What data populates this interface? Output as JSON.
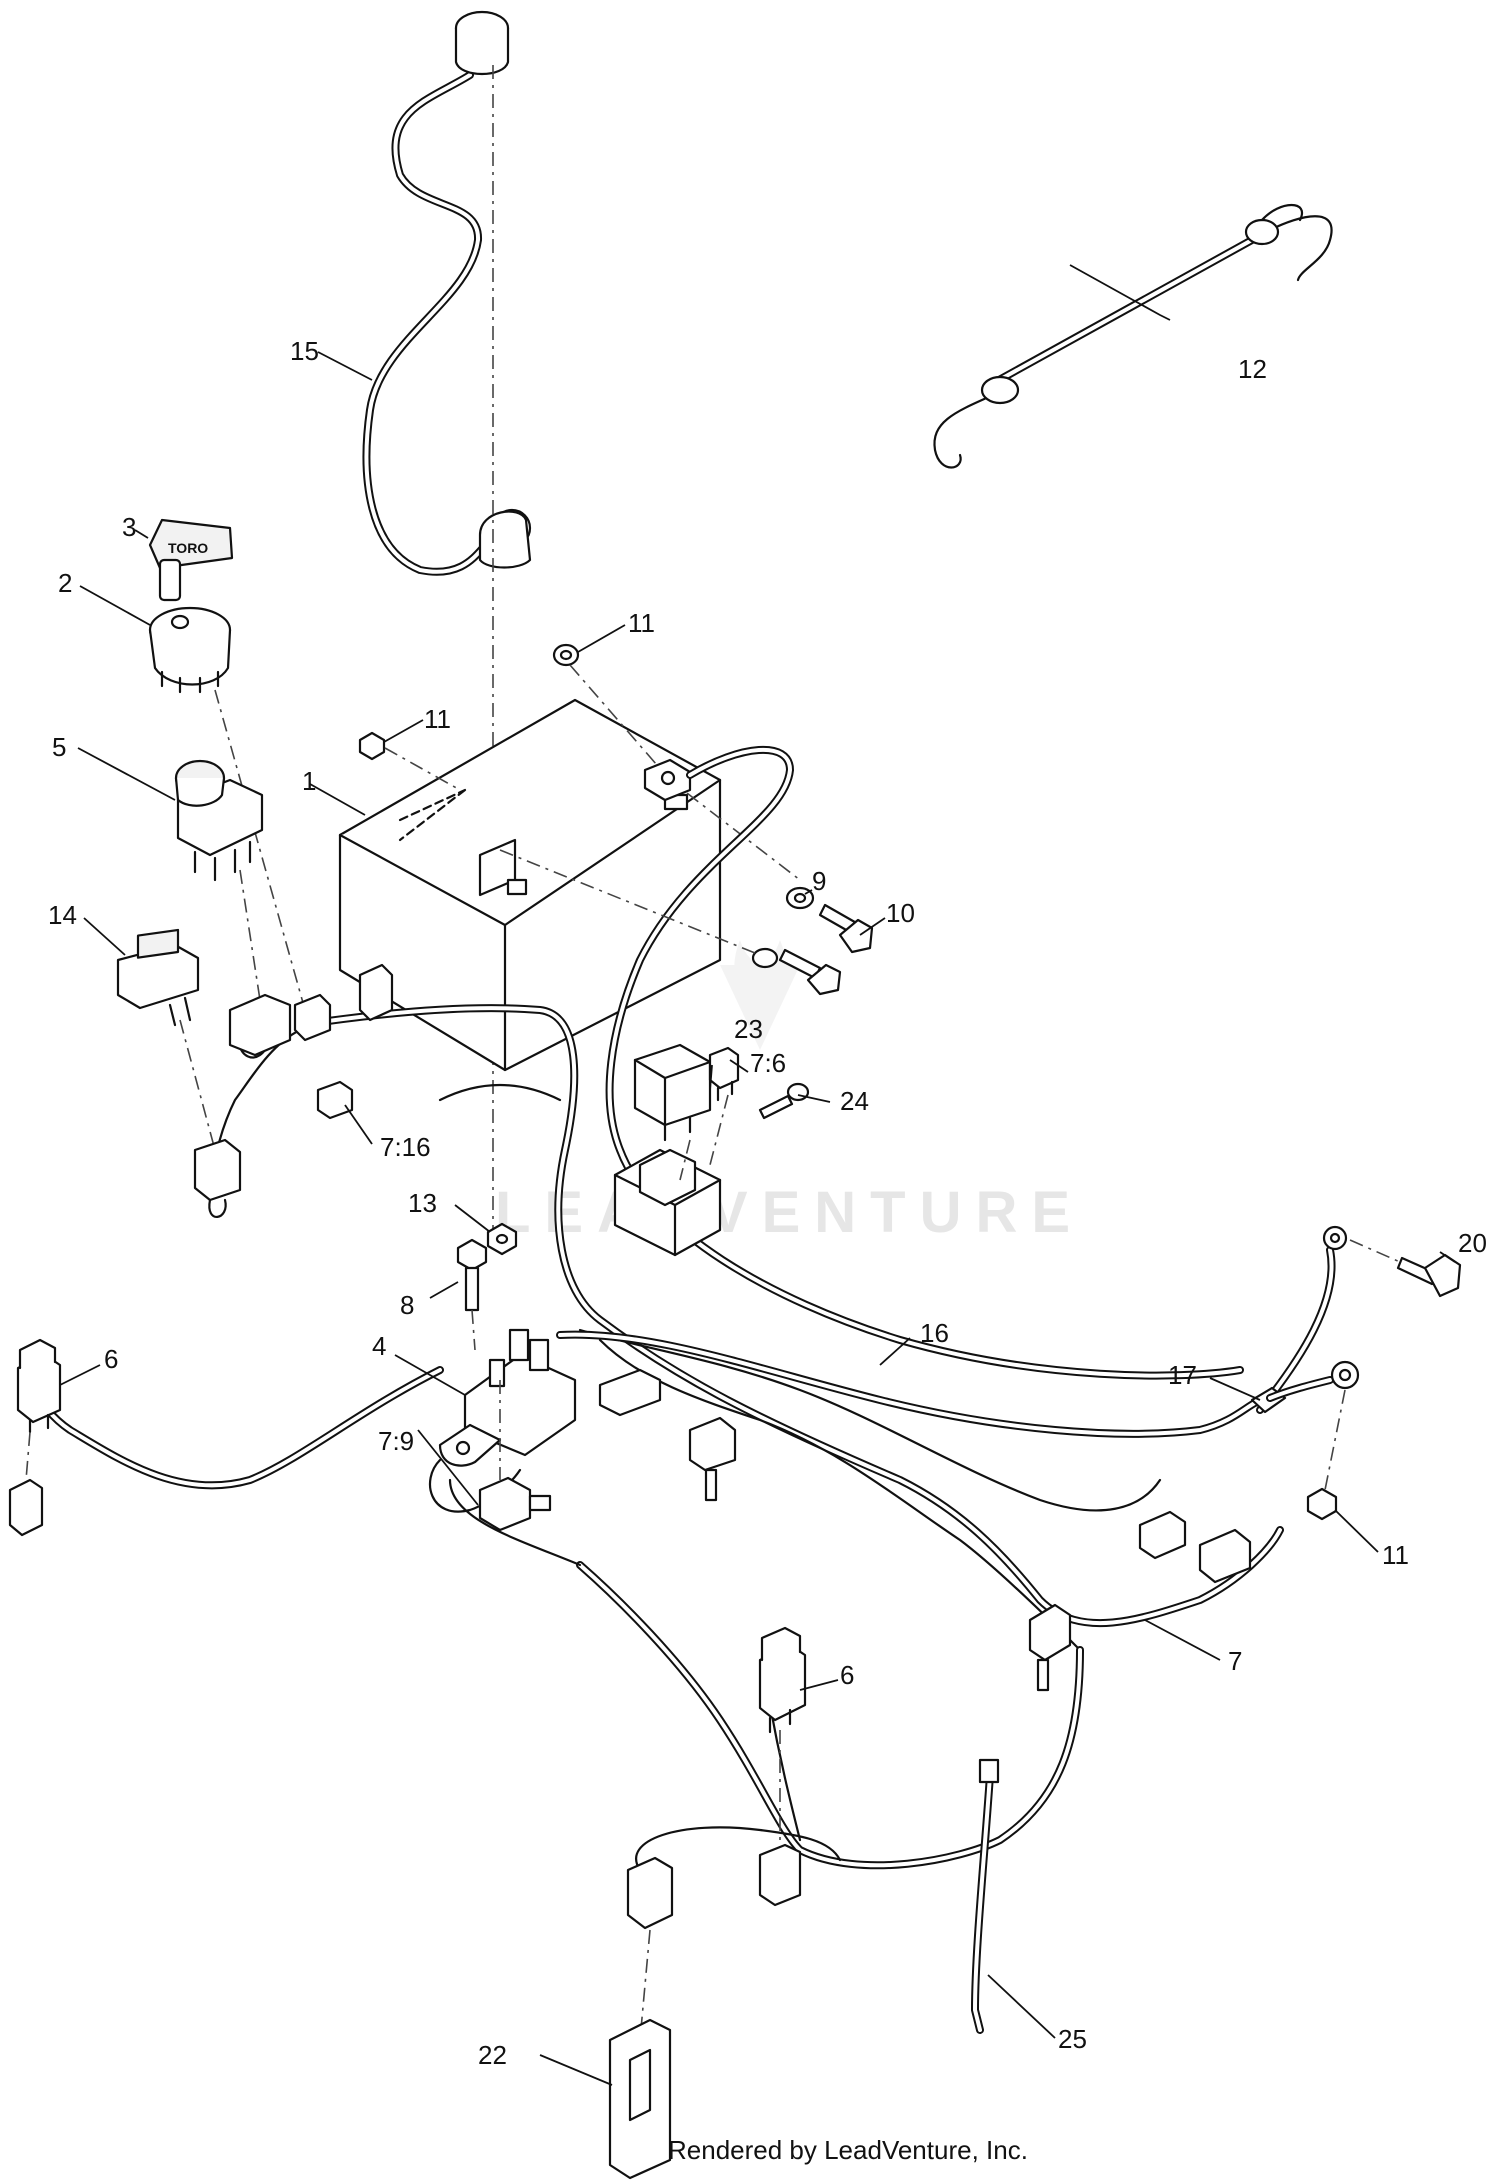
{
  "watermark": "LEADVENTURE",
  "credit": "Rendered by LeadVenture, Inc.",
  "key_label": "TORO",
  "callouts": {
    "c1": "1",
    "c2": "2",
    "c3": "3",
    "c4": "4",
    "c5": "5",
    "c6a": "6",
    "c6b": "6",
    "c7": "7",
    "c7_6": "7:6",
    "c7_9": "7:9",
    "c7_16": "7:16",
    "c8": "8",
    "c9": "9",
    "c10": "10",
    "c11a": "11",
    "c11b": "11",
    "c11c": "11",
    "c12": "12",
    "c13": "13",
    "c14": "14",
    "c15": "15",
    "c16": "16",
    "c17": "17",
    "c20": "20",
    "c22": "22",
    "c23": "23",
    "c24": "24",
    "c25": "25"
  }
}
